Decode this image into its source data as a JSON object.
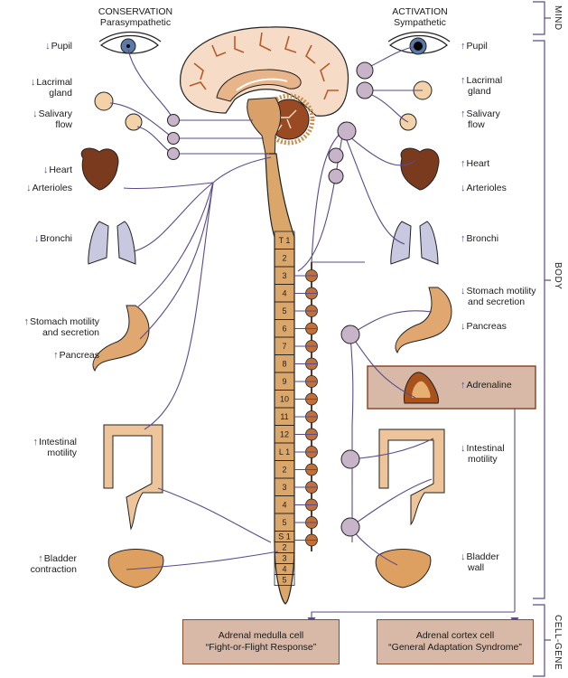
{
  "headers": {
    "left_title": "CONSERVATION",
    "left_subtitle": "Parasympathetic",
    "right_title": "ACTIVATION",
    "right_subtitle": "Sympathetic"
  },
  "levels": [
    {
      "label": "MIND"
    },
    {
      "label": "BODY"
    },
    {
      "label": "CELL-GENE"
    }
  ],
  "parasympathetic_effects": [
    {
      "organ": "eye",
      "direction": "down",
      "line1": "Pupil",
      "line2": ""
    },
    {
      "organ": "lacrimal-gland",
      "direction": "down",
      "line1": "Lacrimal",
      "line2": "gland"
    },
    {
      "organ": "salivary-gland",
      "direction": "down",
      "line1": "Salivary",
      "line2": "flow"
    },
    {
      "organ": "heart",
      "direction": "down",
      "line1": "Heart",
      "line2": ""
    },
    {
      "organ": "arterioles",
      "direction": "down",
      "line1": "Arterioles",
      "line2": ""
    },
    {
      "organ": "lungs",
      "direction": "down",
      "line1": "Bronchi",
      "line2": ""
    },
    {
      "organ": "stomach",
      "direction": "up",
      "line1": "Stomach motility",
      "line2": "and secretion"
    },
    {
      "organ": "pancreas",
      "direction": "up",
      "line1": "Pancreas",
      "line2": ""
    },
    {
      "organ": "intestine",
      "direction": "up",
      "line1": "Intestinal",
      "line2": "motility"
    },
    {
      "organ": "bladder",
      "direction": "up",
      "line1": "Bladder",
      "line2": "contraction"
    }
  ],
  "sympathetic_effects": [
    {
      "organ": "eye",
      "direction": "up",
      "line1": "Pupil",
      "line2": ""
    },
    {
      "organ": "lacrimal-gland",
      "direction": "up",
      "line1": "Lacrimal",
      "line2": "gland"
    },
    {
      "organ": "salivary-gland",
      "direction": "up",
      "line1": "Salivary",
      "line2": "flow"
    },
    {
      "organ": "heart",
      "direction": "up",
      "line1": "Heart",
      "line2": ""
    },
    {
      "organ": "arterioles",
      "direction": "down",
      "line1": "Arterioles",
      "line2": ""
    },
    {
      "organ": "lungs",
      "direction": "up",
      "line1": "Bronchi",
      "line2": ""
    },
    {
      "organ": "stomach",
      "direction": "down",
      "line1": "Stomach motility",
      "line2": "and secretion"
    },
    {
      "organ": "pancreas",
      "direction": "down",
      "line1": "Pancreas",
      "line2": ""
    },
    {
      "organ": "adrenal-gland",
      "direction": "up-up",
      "line1": "Adrenaline",
      "line2": ""
    },
    {
      "organ": "intestine",
      "direction": "down",
      "line1": "Intestinal",
      "line2": "motility"
    },
    {
      "organ": "bladder",
      "direction": "down",
      "line1": "Bladder",
      "line2": "wall"
    }
  ],
  "spinal_segments": [
    "T 1",
    "2",
    "3",
    "4",
    "5",
    "6",
    "7",
    "8",
    "9",
    "10",
    "11",
    "12",
    "L 1",
    "2",
    "3",
    "4",
    "5",
    "S 1",
    "2",
    "3",
    "4",
    "5"
  ],
  "cell_boxes": [
    {
      "line1": "Adrenal medulla cell",
      "line2": "“Fight-or-Flight Response”"
    },
    {
      "line1": "Adrenal cortex cell",
      "line2": "“General Adaptation Syndrome”"
    }
  ],
  "colors": {
    "nerve": "#5a4a8c",
    "ganglion": "#c8b4c8",
    "spine": "#dba66a",
    "box_fill": "#d8b8a6",
    "box_border": "#8a4a2a",
    "chain_bead": "#c0703a"
  }
}
